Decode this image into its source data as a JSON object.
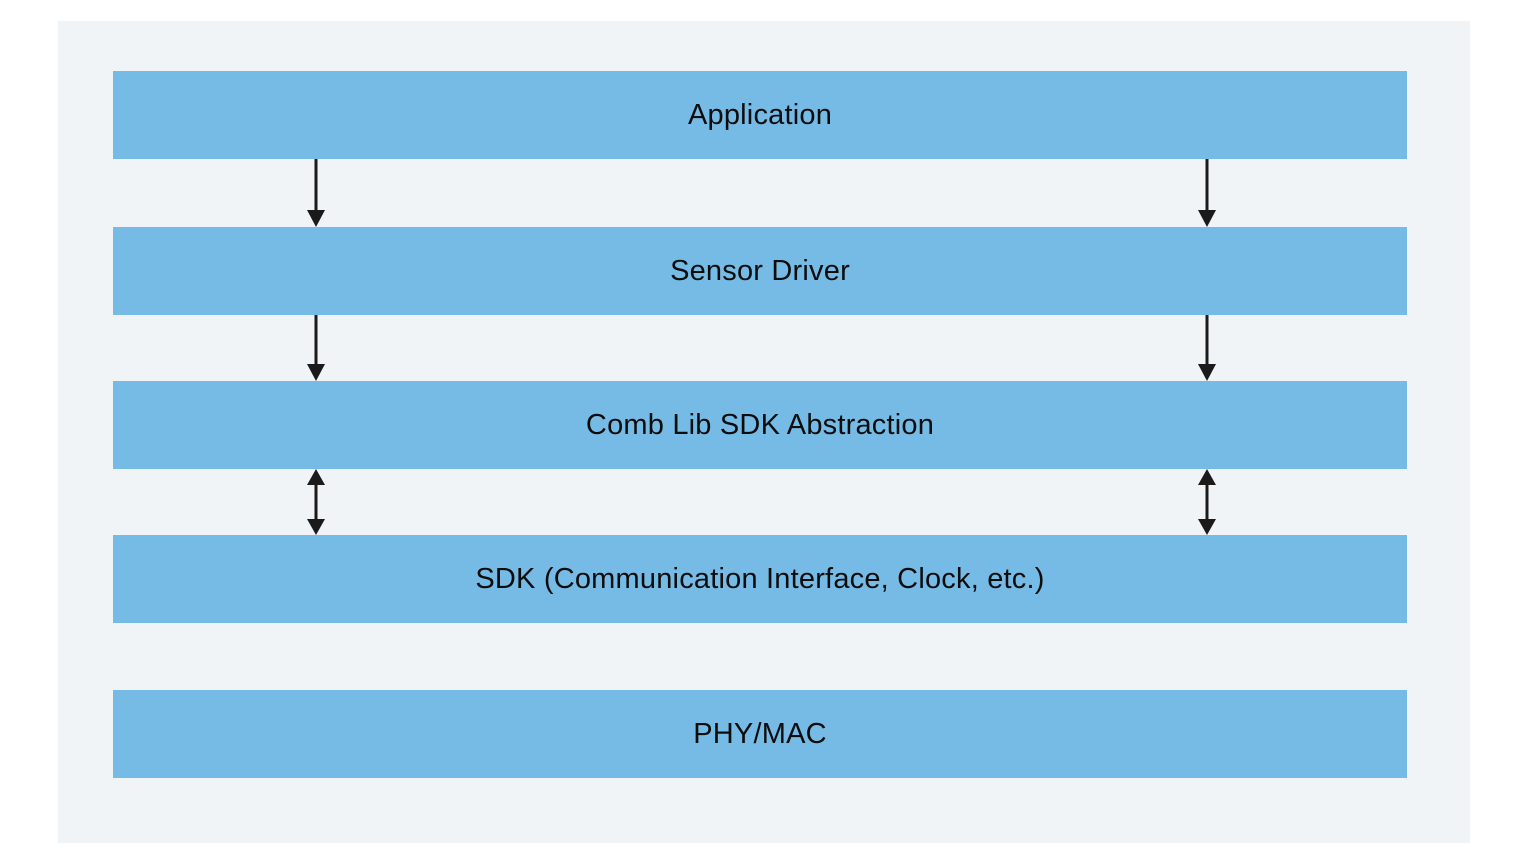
{
  "diagram": {
    "type": "layered-stack",
    "colors": {
      "bar_fill": "#76bae6",
      "panel_background": "#f1f4f7",
      "page_background": "#ffffff",
      "arrow": "#1a1a1a",
      "label_text": "#0d0d0d"
    },
    "layers": [
      {
        "label": "Application"
      },
      {
        "label": "Sensor Driver"
      },
      {
        "label": "Comb Lib SDK Abstraction"
      },
      {
        "label": "SDK (Communication Interface, Clock, etc.)"
      },
      {
        "label": "PHY/MAC"
      }
    ],
    "connections": [
      {
        "from": "Application",
        "to": "Sensor Driver",
        "direction": "down",
        "arrow_count": 2
      },
      {
        "from": "Sensor Driver",
        "to": "Comb Lib SDK Abstraction",
        "direction": "down",
        "arrow_count": 2
      },
      {
        "from": "Comb Lib SDK Abstraction",
        "to": "SDK (Communication Interface, Clock, etc.)",
        "direction": "bidirectional",
        "arrow_count": 2
      },
      {
        "from": "SDK (Communication Interface, Clock, etc.)",
        "to": "PHY/MAC",
        "direction": "none",
        "arrow_count": 0
      }
    ]
  }
}
